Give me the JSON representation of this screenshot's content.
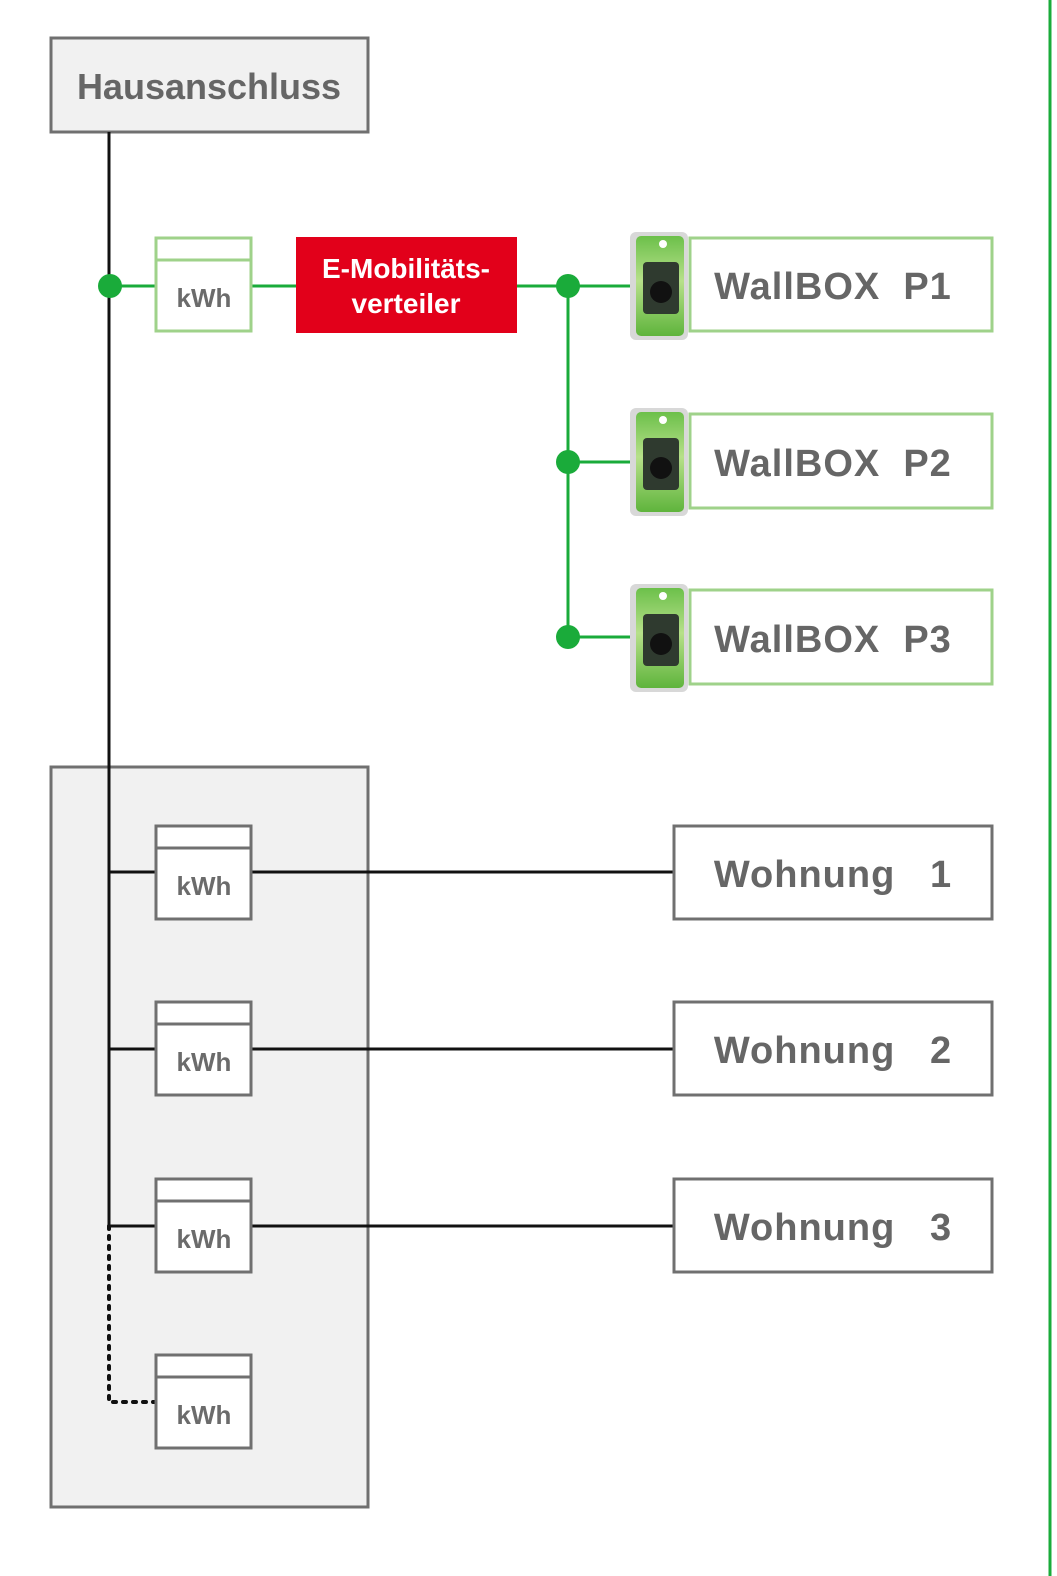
{
  "house_connection": {
    "label": "Hausanschluss"
  },
  "emobility_meter": {
    "label": "kWh"
  },
  "distributor": {
    "line1": "E-Mobilitäts-",
    "line2": "verteiler"
  },
  "wallboxes": [
    {
      "label": "WallBOX  P1"
    },
    {
      "label": "WallBOX  P2"
    },
    {
      "label": "WallBOX  P3"
    }
  ],
  "apartment_meters": [
    {
      "label": "kWh"
    },
    {
      "label": "kWh"
    },
    {
      "label": "kWh"
    },
    {
      "label": "kWh"
    }
  ],
  "apartments": [
    {
      "label": "Wohnung   1"
    },
    {
      "label": "Wohnung   2"
    },
    {
      "label": "Wohnung   3"
    }
  ],
  "colors": {
    "green": "#1aab3a",
    "light_green": "#9fd28a",
    "red": "#e2001a",
    "gray_border": "#707070",
    "gray_fill": "#f1f1f1",
    "text_gray": "#666666",
    "line_black": "#111111"
  }
}
